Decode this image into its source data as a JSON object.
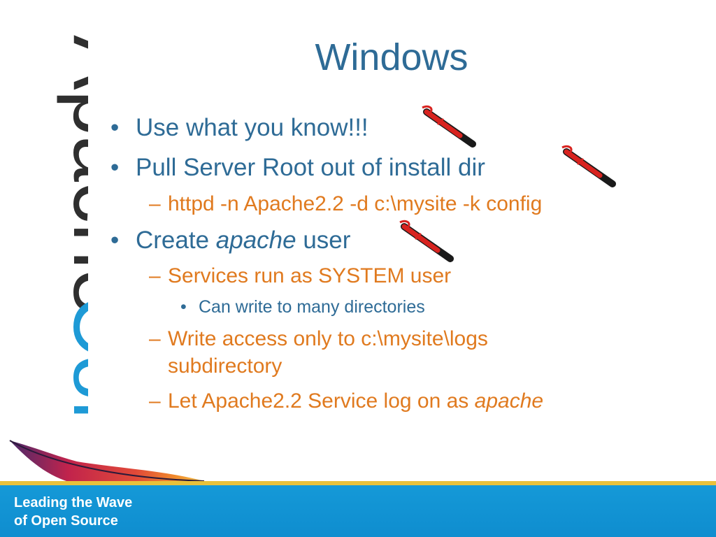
{
  "brand": {
    "text_apache": "Apache",
    "text_con": "Con",
    "primary_color": "#2f2f2f",
    "accent_color": "#1e9ad6"
  },
  "slide": {
    "title": "Windows",
    "bullets": [
      {
        "level": 1,
        "text": "Use what you know!!!"
      },
      {
        "level": 1,
        "text": "Pull Server Root out of install dir"
      },
      {
        "level": 2,
        "text": "httpd -n Apache2.2 -d c:\\mysite -k config"
      },
      {
        "level": 1,
        "text_before": "Create ",
        "text_em": "apache",
        "text_after": " user"
      },
      {
        "level": 2,
        "text": "Services run as SYSTEM user"
      },
      {
        "level": 3,
        "text": "Can write to many directories"
      },
      {
        "level": 2,
        "text_line1": "Write access only to c:\\mysite\\logs",
        "text_line2": "subdirectory"
      },
      {
        "level": 2,
        "text_before": "Let Apache2.2 Service log on as ",
        "text_em": "apache"
      }
    ],
    "markers": {
      "level1": "•",
      "level2": "–",
      "level3": "•"
    }
  },
  "footer": {
    "line1": "Leading the Wave",
    "line2": "of Open Source"
  },
  "colors": {
    "title": "#2e6b96",
    "level2": "#e07a1f",
    "footer_bg": "#159ad8",
    "footer_stripe": "#e8c13b"
  }
}
